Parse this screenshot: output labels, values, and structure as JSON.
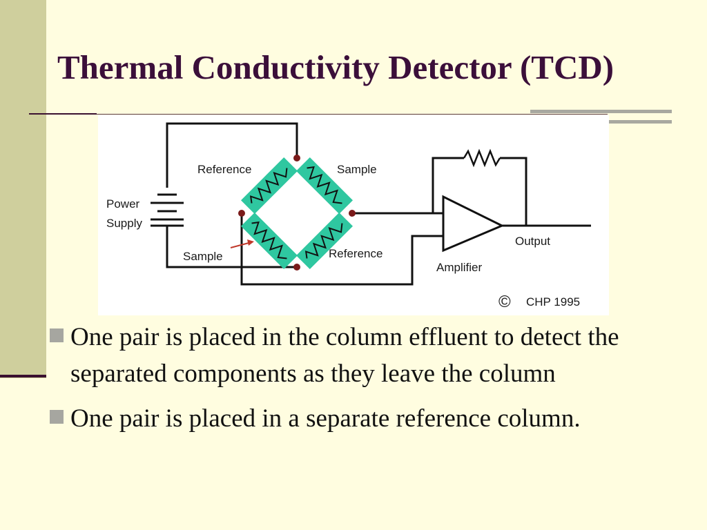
{
  "slide": {
    "title": "Thermal Conductivity Detector (TCD)"
  },
  "diagram": {
    "labels": {
      "reference_top": "Reference",
      "sample_top": "Sample",
      "power": "Power",
      "supply": "Supply",
      "sample_bottom": "Sample",
      "reference_bottom": "Reference",
      "amplifier": "Amplifier",
      "output": "Output",
      "copyright_symbol": "©",
      "copyright": "CHP 1995"
    },
    "colors": {
      "resistor": "#2fc7a0",
      "wire": "#111111",
      "node": "#7a1a1a",
      "arrow": "#c0392b"
    }
  },
  "bullets": [
    "One pair is placed in the column effluent to detect the separated components as they leave the column",
    "One pair is placed in a separate reference column."
  ]
}
